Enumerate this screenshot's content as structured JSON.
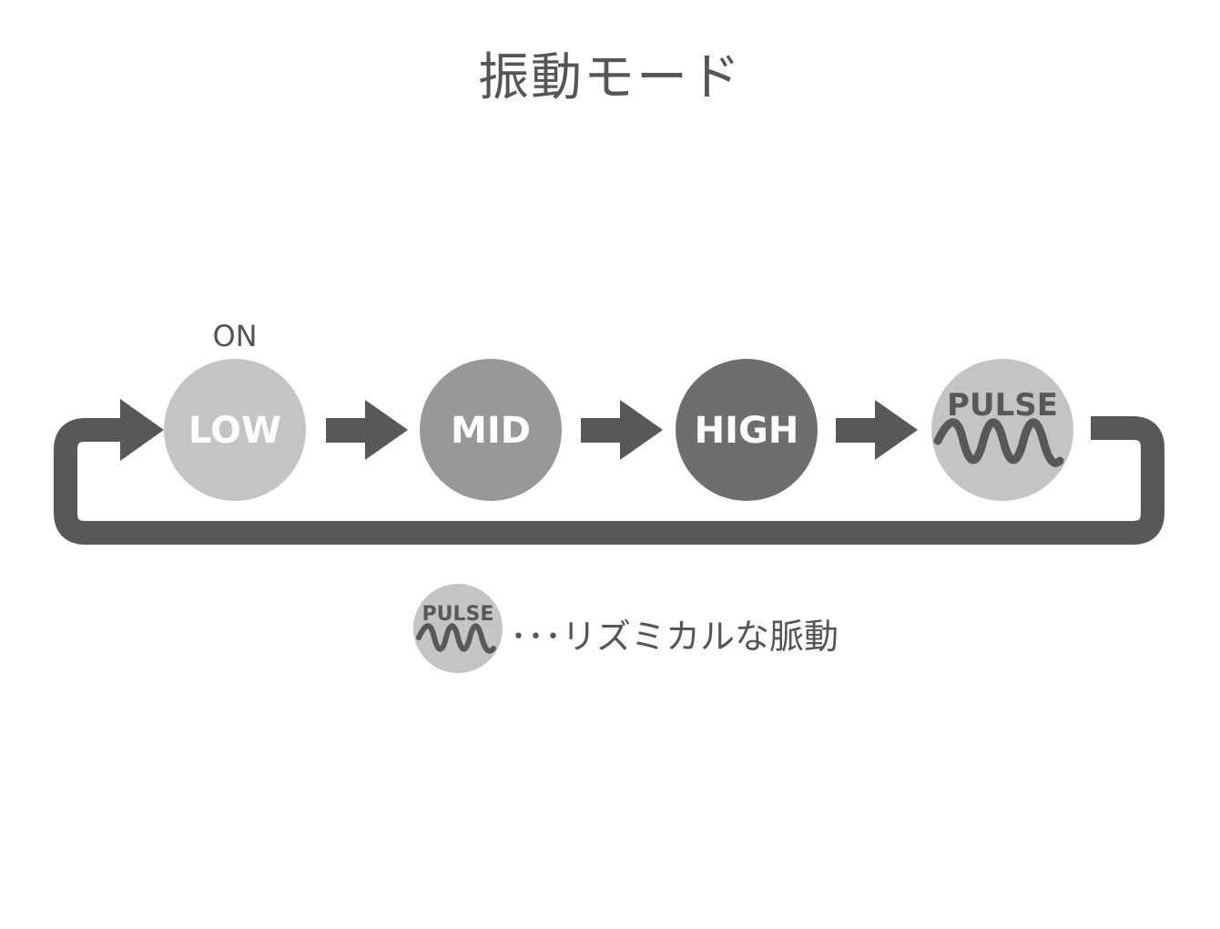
{
  "title": "振動モード",
  "on_label": "ON",
  "modes": [
    {
      "label": "LOW",
      "color": "#c4c4c6"
    },
    {
      "label": "MID",
      "color": "#98989b"
    },
    {
      "label": "HIGH",
      "color": "#6e6e71"
    },
    {
      "label": "PULSE",
      "color": "#c4c4c6"
    }
  ],
  "legend": {
    "icon_label": "PULSE",
    "description": "･･･リズミカルな脈動"
  },
  "colors": {
    "text": "#555556",
    "arrow": "#58585a",
    "loop": "#58585a"
  }
}
